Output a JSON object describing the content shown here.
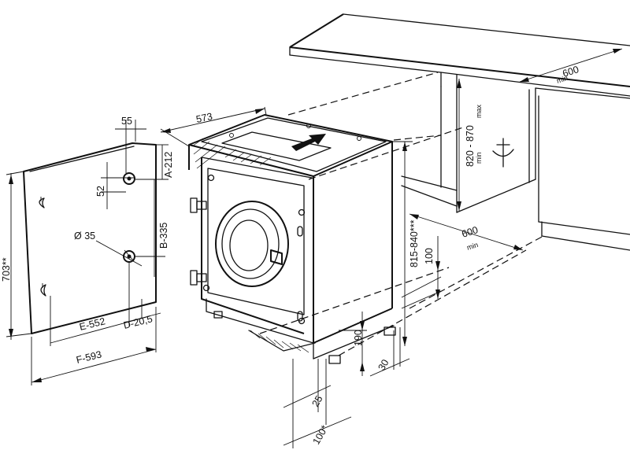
{
  "dimensions": {
    "door_hinge_offset": "55",
    "cabinet_depth": "573",
    "hinge_top": "A-212",
    "hinge_spacing": "52",
    "hinge_hole": "Ø 35",
    "hinge_height": "B-335",
    "door_height": "703**",
    "door_width_e": "E-552",
    "hinge_edge_d": "D-20,5",
    "door_width_f": "F-593",
    "niche_height_value": "820 - 870",
    "niche_height_min": "min",
    "niche_height_max": "max",
    "niche_depth_top_value": "600",
    "niche_depth_top_min": "min",
    "niche_depth_bottom_value": "600",
    "niche_depth_bottom_min": "min",
    "machine_height": "815-840***",
    "plinth_height": "100",
    "foot_height": "190",
    "foot_setback": "30",
    "plinth_depth": "25",
    "plinth_offset": "100*"
  },
  "icons": {
    "arrow": "direction-arrow-icon",
    "drain": "drain-icon"
  }
}
